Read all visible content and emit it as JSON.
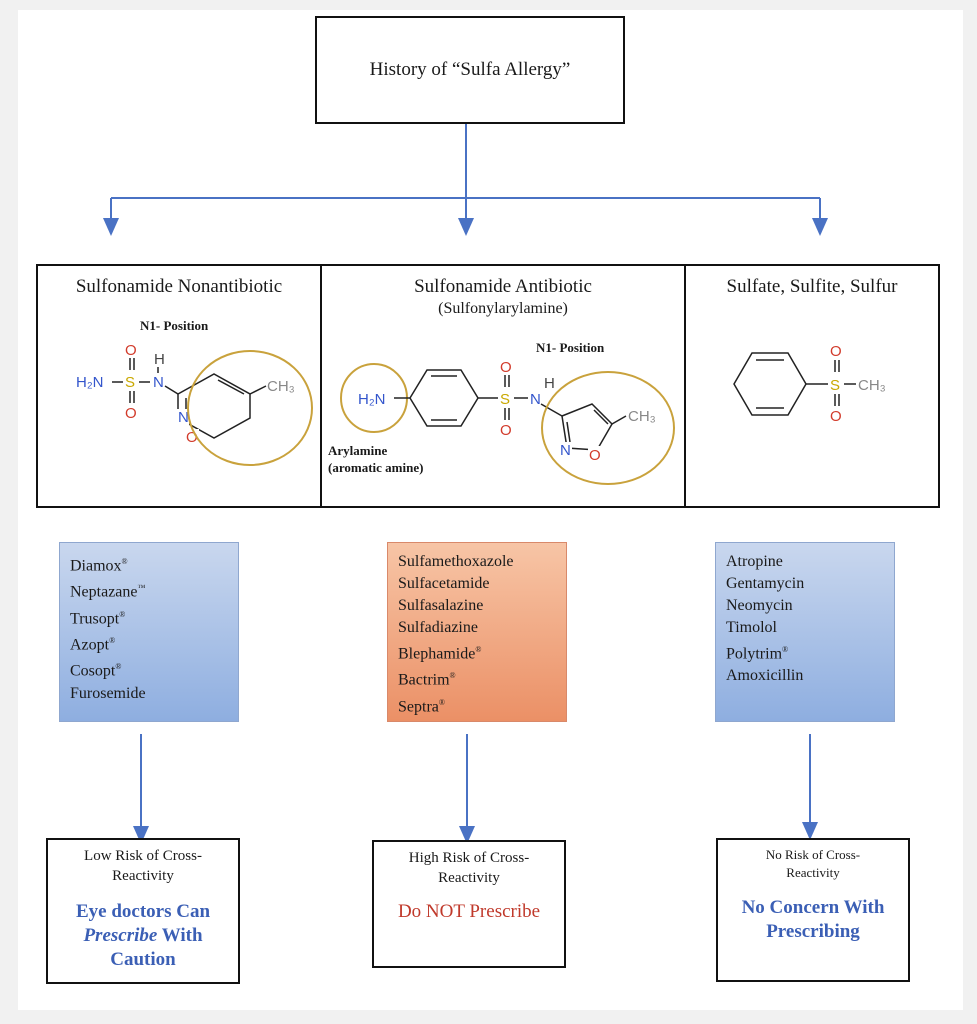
{
  "title": "History of “Sulfa Allergy”",
  "categories": [
    {
      "title": "Sulfonamide Nonantibiotic",
      "subtitle": "",
      "n1_label": "N1- Position",
      "drugs": [
        "Diamox®",
        "Neptazane™",
        "Trusopt®",
        "Azopt®",
        "Cosopt®",
        "Furosemide"
      ],
      "drug_box_color": "#a9c0e6",
      "risk_label": "Low Risk of Cross-Reactivity",
      "action_parts": [
        "Eye doctors Can ",
        "Prescribe",
        " With Caution"
      ],
      "action_color": "#3b5fb5"
    },
    {
      "title": "Sulfonamide Antibiotic",
      "subtitle": "(Sulfonylarylamine)",
      "n1_label": "N1- Position",
      "arylamine_label": [
        "Arylamine",
        "(aromatic amine)"
      ],
      "drugs": [
        "Sulfamethoxazole",
        "Sulfacetamide",
        "Sulfasalazine",
        "Sulfadiazine",
        "Blephamide®",
        "Bactrim®",
        "Septra®"
      ],
      "drug_box_color": "#f0a47e",
      "risk_label": "High Risk of Cross-Reactivity",
      "action": "Do NOT Prescribe",
      "action_color": "#c0392b"
    },
    {
      "title": "Sulfate, Sulfite, Sulfur",
      "subtitle": "",
      "drugs": [
        "Atropine",
        "Gentamycin",
        "Neomycin",
        "Timolol",
        "Polytrim®",
        "Amoxicillin"
      ],
      "drug_box_color": "#a9c0e6",
      "risk_label": "No Risk of Cross-Reactivity",
      "action": "No Concern With Prescribing",
      "action_color": "#3b5fb5"
    }
  ],
  "chem": {
    "h2n": "H₂N",
    "s": "S",
    "o": "O",
    "n": "N",
    "h": "H",
    "ch3": "CH₃"
  },
  "colors": {
    "arrow": "#4a72c4",
    "highlight_circle": "#c9a23c",
    "n_atom": "#3355cc",
    "o_atom": "#d23b2b",
    "s_atom": "#c9a800"
  }
}
